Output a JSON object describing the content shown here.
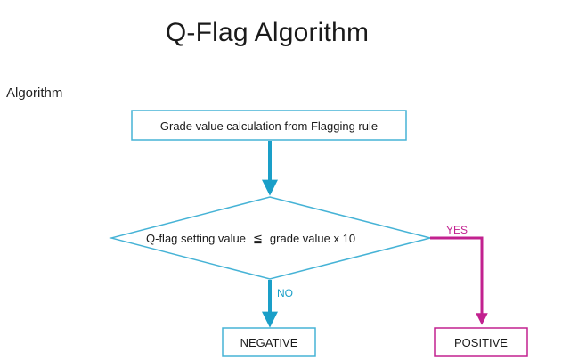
{
  "title": "Q-Flag Algorithm",
  "section_label": "Algorithm",
  "flowchart": {
    "process_box": "Grade value calculation from Flagging rule",
    "decision": {
      "text_left": "Q-flag setting value",
      "operator": "≦",
      "text_right": "grade value x 10"
    },
    "yes_label": "YES",
    "no_label": "NO",
    "negative_box": "NEGATIVE",
    "positive_box": "POSITIVE"
  },
  "colors": {
    "flow_blue": "#1a9fc8",
    "yes_magenta": "#c2218f",
    "box_border": "#46b3d6",
    "text": "#1a1a1a"
  }
}
